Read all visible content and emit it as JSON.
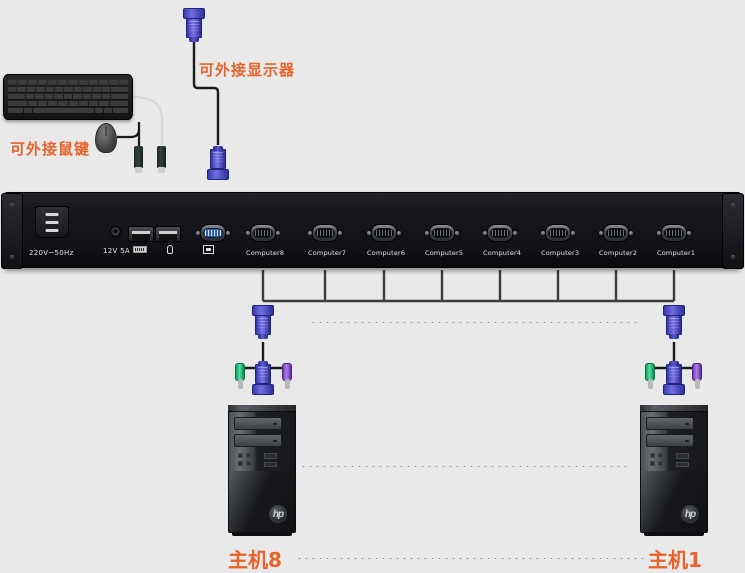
{
  "diagram": {
    "title": "KVM switch rear panel connection diagram",
    "accent_color": "#e8622a",
    "background_color": "#e9e9e9"
  },
  "callouts": [
    {
      "id": "monitor",
      "text": "可外接显示器"
    },
    {
      "id": "keyboard_mouse",
      "text": "可外接鼠键"
    }
  ],
  "switch_panel": {
    "power_label": "220V~50Hz",
    "dc_label": "12V 5A",
    "ports": [
      {
        "label": "Computer8"
      },
      {
        "label": "Computer7"
      },
      {
        "label": "Computer6"
      },
      {
        "label": "Computer5"
      },
      {
        "label": "Computer4"
      },
      {
        "label": "Computer3"
      },
      {
        "label": "Computer2"
      },
      {
        "label": "Computer1"
      }
    ],
    "icons": {
      "warning": "warning-triangle-icon",
      "keyboard": "keyboard-icon",
      "mouse": "mouse-icon",
      "monitor": "monitor-icon"
    }
  },
  "hosts": [
    {
      "id": "host8",
      "label": "主机8"
    },
    {
      "id": "host1",
      "label": "主机1"
    }
  ],
  "connectors": {
    "vga": "vga-connector",
    "ps2_keyboard": "ps2-keyboard-connector-green",
    "ps2_mouse": "ps2-mouse-connector-purple",
    "usb": "usb-connector"
  }
}
